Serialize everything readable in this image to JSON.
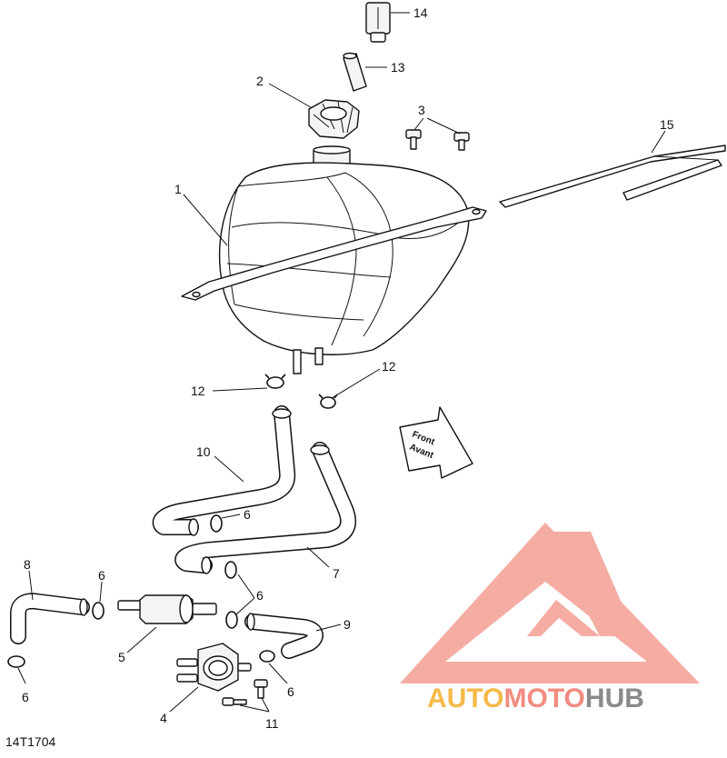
{
  "diagram": {
    "figure_id": "14T1704",
    "arrow_text_line1": "Front",
    "arrow_text_line2": "Avant",
    "callouts": [
      "14",
      "13",
      "2",
      "3",
      "15",
      "1",
      "12",
      "12",
      "10",
      "6",
      "7",
      "8",
      "6",
      "6",
      "5",
      "9",
      "4",
      "6",
      "11",
      "6"
    ]
  },
  "watermark": {
    "word_part1": "AUTO",
    "word_part2": "MOTO",
    "word_part3": "HUB",
    "color_auto": "#f5b94a",
    "color_moto": "#f28c80",
    "color_hub": "#8a8a8a",
    "color_triangle": "#f4a59a"
  }
}
